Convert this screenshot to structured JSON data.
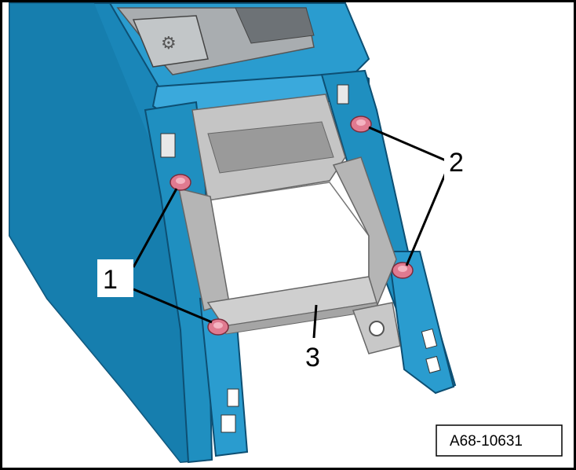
{
  "figure": {
    "id_label": "A68-10631",
    "callouts": [
      {
        "number": "1",
        "part": "screw"
      },
      {
        "number": "2",
        "part": "screw"
      },
      {
        "number": "3",
        "part": "bracket"
      }
    ],
    "colors": {
      "housing": "#1f8fc0",
      "housing_dark": "#0f5f8a",
      "housing_light": "#6cc2e6",
      "bracket": "#bdbdbd",
      "bracket_dark": "#8e8e8e",
      "screw_head": "#e07a90",
      "outline": "#000000"
    }
  }
}
